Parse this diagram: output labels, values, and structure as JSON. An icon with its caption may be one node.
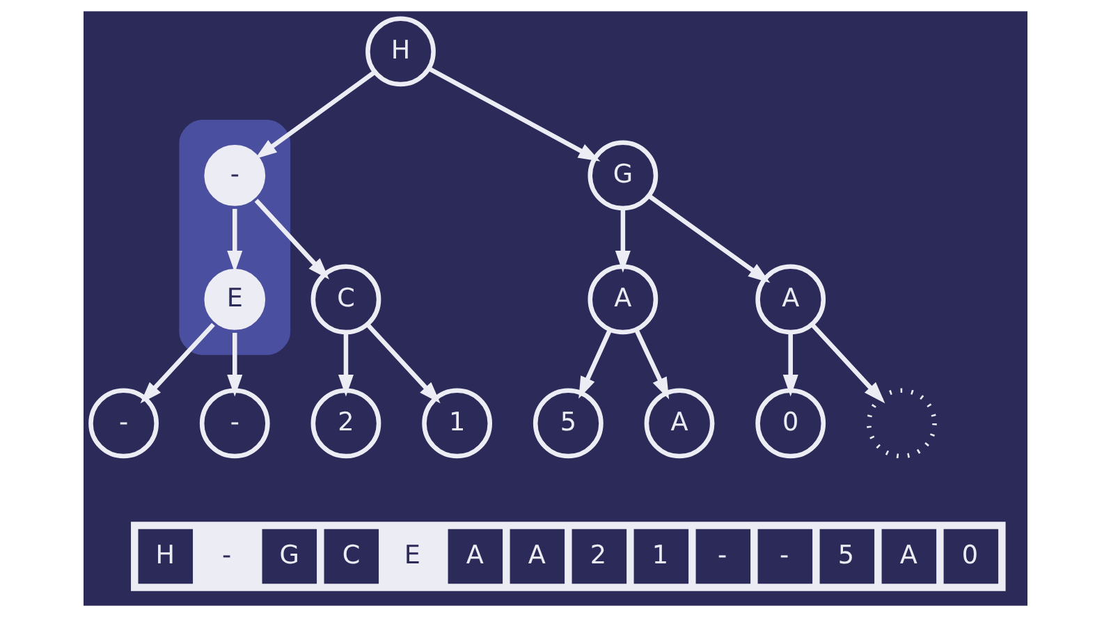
{
  "diagram": {
    "nodes": [
      {
        "text": [
          "H"
        ]
      },
      {
        "text": [],
        "shape": "band"
      },
      {
        "text": [
          "-"
        ],
        "in": 1
      },
      {
        "text": [
          "G"
        ]
      },
      {
        "text": [
          "C"
        ]
      },
      {
        "text": [
          "E"
        ],
        "in": 1
      },
      {
        "text": [
          "A"
        ]
      },
      {
        "text": [
          "A"
        ]
      },
      {
        "text": [
          "2"
        ]
      },
      {
        "text": [
          "1"
        ]
      },
      {
        "text": [
          "-"
        ]
      },
      {
        "text": [
          "-"
        ]
      },
      {
        "text": [
          "5"
        ]
      },
      {
        "text": [
          "A"
        ]
      },
      {
        "text": [
          "0"
        ]
      },
      {
        "text": [],
        "shape": "circle"
      }
    ],
    "edges": [
      {
        "from": 0,
        "to": 2,
        "arrow": "to"
      },
      {
        "from": 0,
        "to": 3,
        "arrow": "to"
      },
      {
        "from": 2,
        "to": 4,
        "arrow": "to"
      },
      {
        "from": 2,
        "to": 5,
        "arrow": "to"
      },
      {
        "from": 3,
        "to": 6,
        "arrow": "to"
      },
      {
        "from": 3,
        "to": 7,
        "arrow": "to"
      },
      {
        "from": 4,
        "to": 8,
        "arrow": "to"
      },
      {
        "from": 4,
        "to": 9,
        "arrow": "to"
      },
      {
        "from": 5,
        "to": 10,
        "arrow": "to"
      },
      {
        "from": 5,
        "to": 11,
        "arrow": "to"
      },
      {
        "from": 6,
        "to": 12,
        "arrow": "to"
      },
      {
        "from": 6,
        "to": 13,
        "arrow": "to"
      },
      {
        "from": 7,
        "to": 14,
        "arrow": "to"
      },
      {
        "from": 7,
        "to": 15,
        "arrow": "to"
      }
    ],
    "labels": [
      "H",
      "-",
      "G",
      "C",
      "E",
      "A",
      "A",
      "2",
      "1",
      "-",
      "-",
      "5",
      "A",
      "0"
    ]
  }
}
